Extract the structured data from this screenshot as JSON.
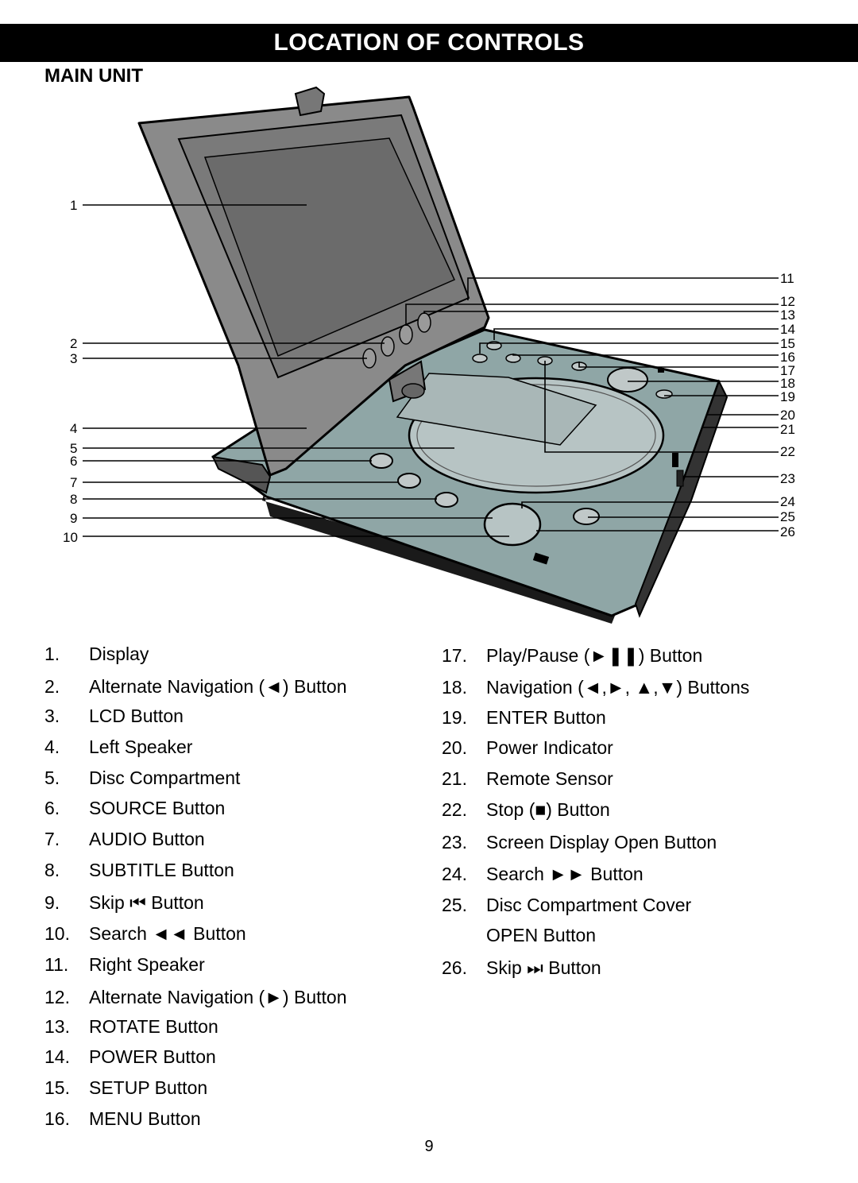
{
  "header": {
    "title": "LOCATION OF CONTROLS"
  },
  "section": {
    "title": "MAIN UNIT"
  },
  "callouts": {
    "left": [
      "1",
      "2",
      "3",
      "4",
      "5",
      "6",
      "7",
      "8",
      "9",
      "10"
    ],
    "right": [
      "11",
      "12",
      "13",
      "14",
      "15",
      "16",
      "17",
      "18",
      "19",
      "20",
      "21",
      "22",
      "23",
      "24",
      "25",
      "26"
    ]
  },
  "controls_left": [
    {
      "num": "1.",
      "label": "Display"
    },
    {
      "num": "2.",
      "label": "Alternate Navigation (◄) Button"
    },
    {
      "num": "3.",
      "label": "LCD Button"
    },
    {
      "num": "4.",
      "label": "Left Speaker"
    },
    {
      "num": "5.",
      "label": "Disc Compartment"
    },
    {
      "num": "6.",
      "label": "SOURCE Button"
    },
    {
      "num": "7.",
      "label": "AUDIO Button"
    },
    {
      "num": "8.",
      "label": "SUBTITLE Button"
    },
    {
      "num": "9.",
      "label": "Skip ⏮ Button"
    },
    {
      "num": "10.",
      "label": "Search ◄◄ Button"
    },
    {
      "num": "11.",
      "label": "Right Speaker"
    },
    {
      "num": "12.",
      "label": "Alternate Navigation (►) Button"
    },
    {
      "num": "13.",
      "label": "ROTATE Button"
    },
    {
      "num": "14.",
      "label": "POWER Button"
    },
    {
      "num": "15.",
      "label": "SETUP Button"
    },
    {
      "num": "16.",
      "label": "MENU Button"
    }
  ],
  "controls_right": [
    {
      "num": "17.",
      "label": "Play/Pause (►❚❚) Button"
    },
    {
      "num": "18.",
      "label": "Navigation (◄,►, ▲,▼) Buttons"
    },
    {
      "num": "19.",
      "label": "ENTER Button"
    },
    {
      "num": "20.",
      "label": "Power Indicator"
    },
    {
      "num": "21.",
      "label": "Remote Sensor"
    },
    {
      "num": "22.",
      "label": "Stop (■) Button"
    },
    {
      "num": "23.",
      "label": "Screen Display Open Button"
    },
    {
      "num": "24.",
      "label": "Search ►► Button"
    },
    {
      "num": "25.",
      "label": "Disc Compartment Cover"
    },
    {
      "num": "",
      "label": "OPEN Button"
    },
    {
      "num": "26.",
      "label": "Skip ⏭ Button"
    }
  ],
  "footer": {
    "page_number": "9"
  }
}
